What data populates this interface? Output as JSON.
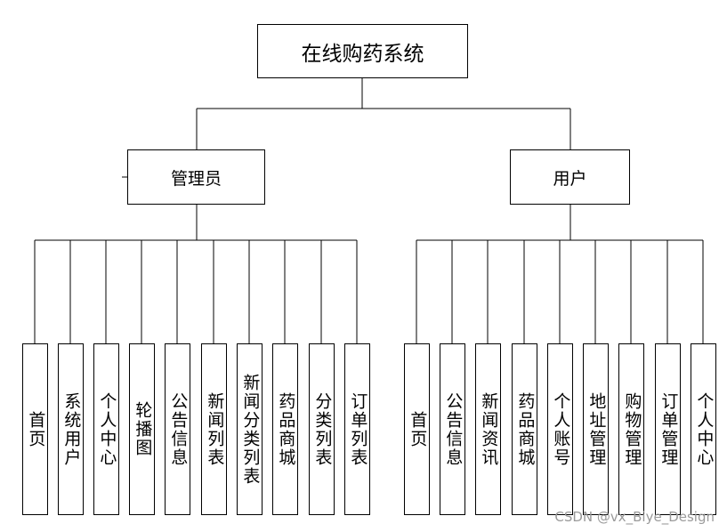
{
  "title": "在线购药系统",
  "groups": [
    {
      "label": "管理员",
      "leaves": [
        "首页",
        "系统用户",
        "个人中心",
        "轮播图",
        "公告信息",
        "新闻列表",
        "新闻分类列表",
        "药品商城",
        "分类列表",
        "订单列表"
      ]
    },
    {
      "label": "用户",
      "leaves": [
        "首页",
        "公告信息",
        "新闻资讯",
        "药品商城",
        "个人账号",
        "地址管理",
        "购物管理",
        "订单管理",
        "个人中心"
      ]
    }
  ],
  "watermark": "CSDN @vx_Biye_Design"
}
